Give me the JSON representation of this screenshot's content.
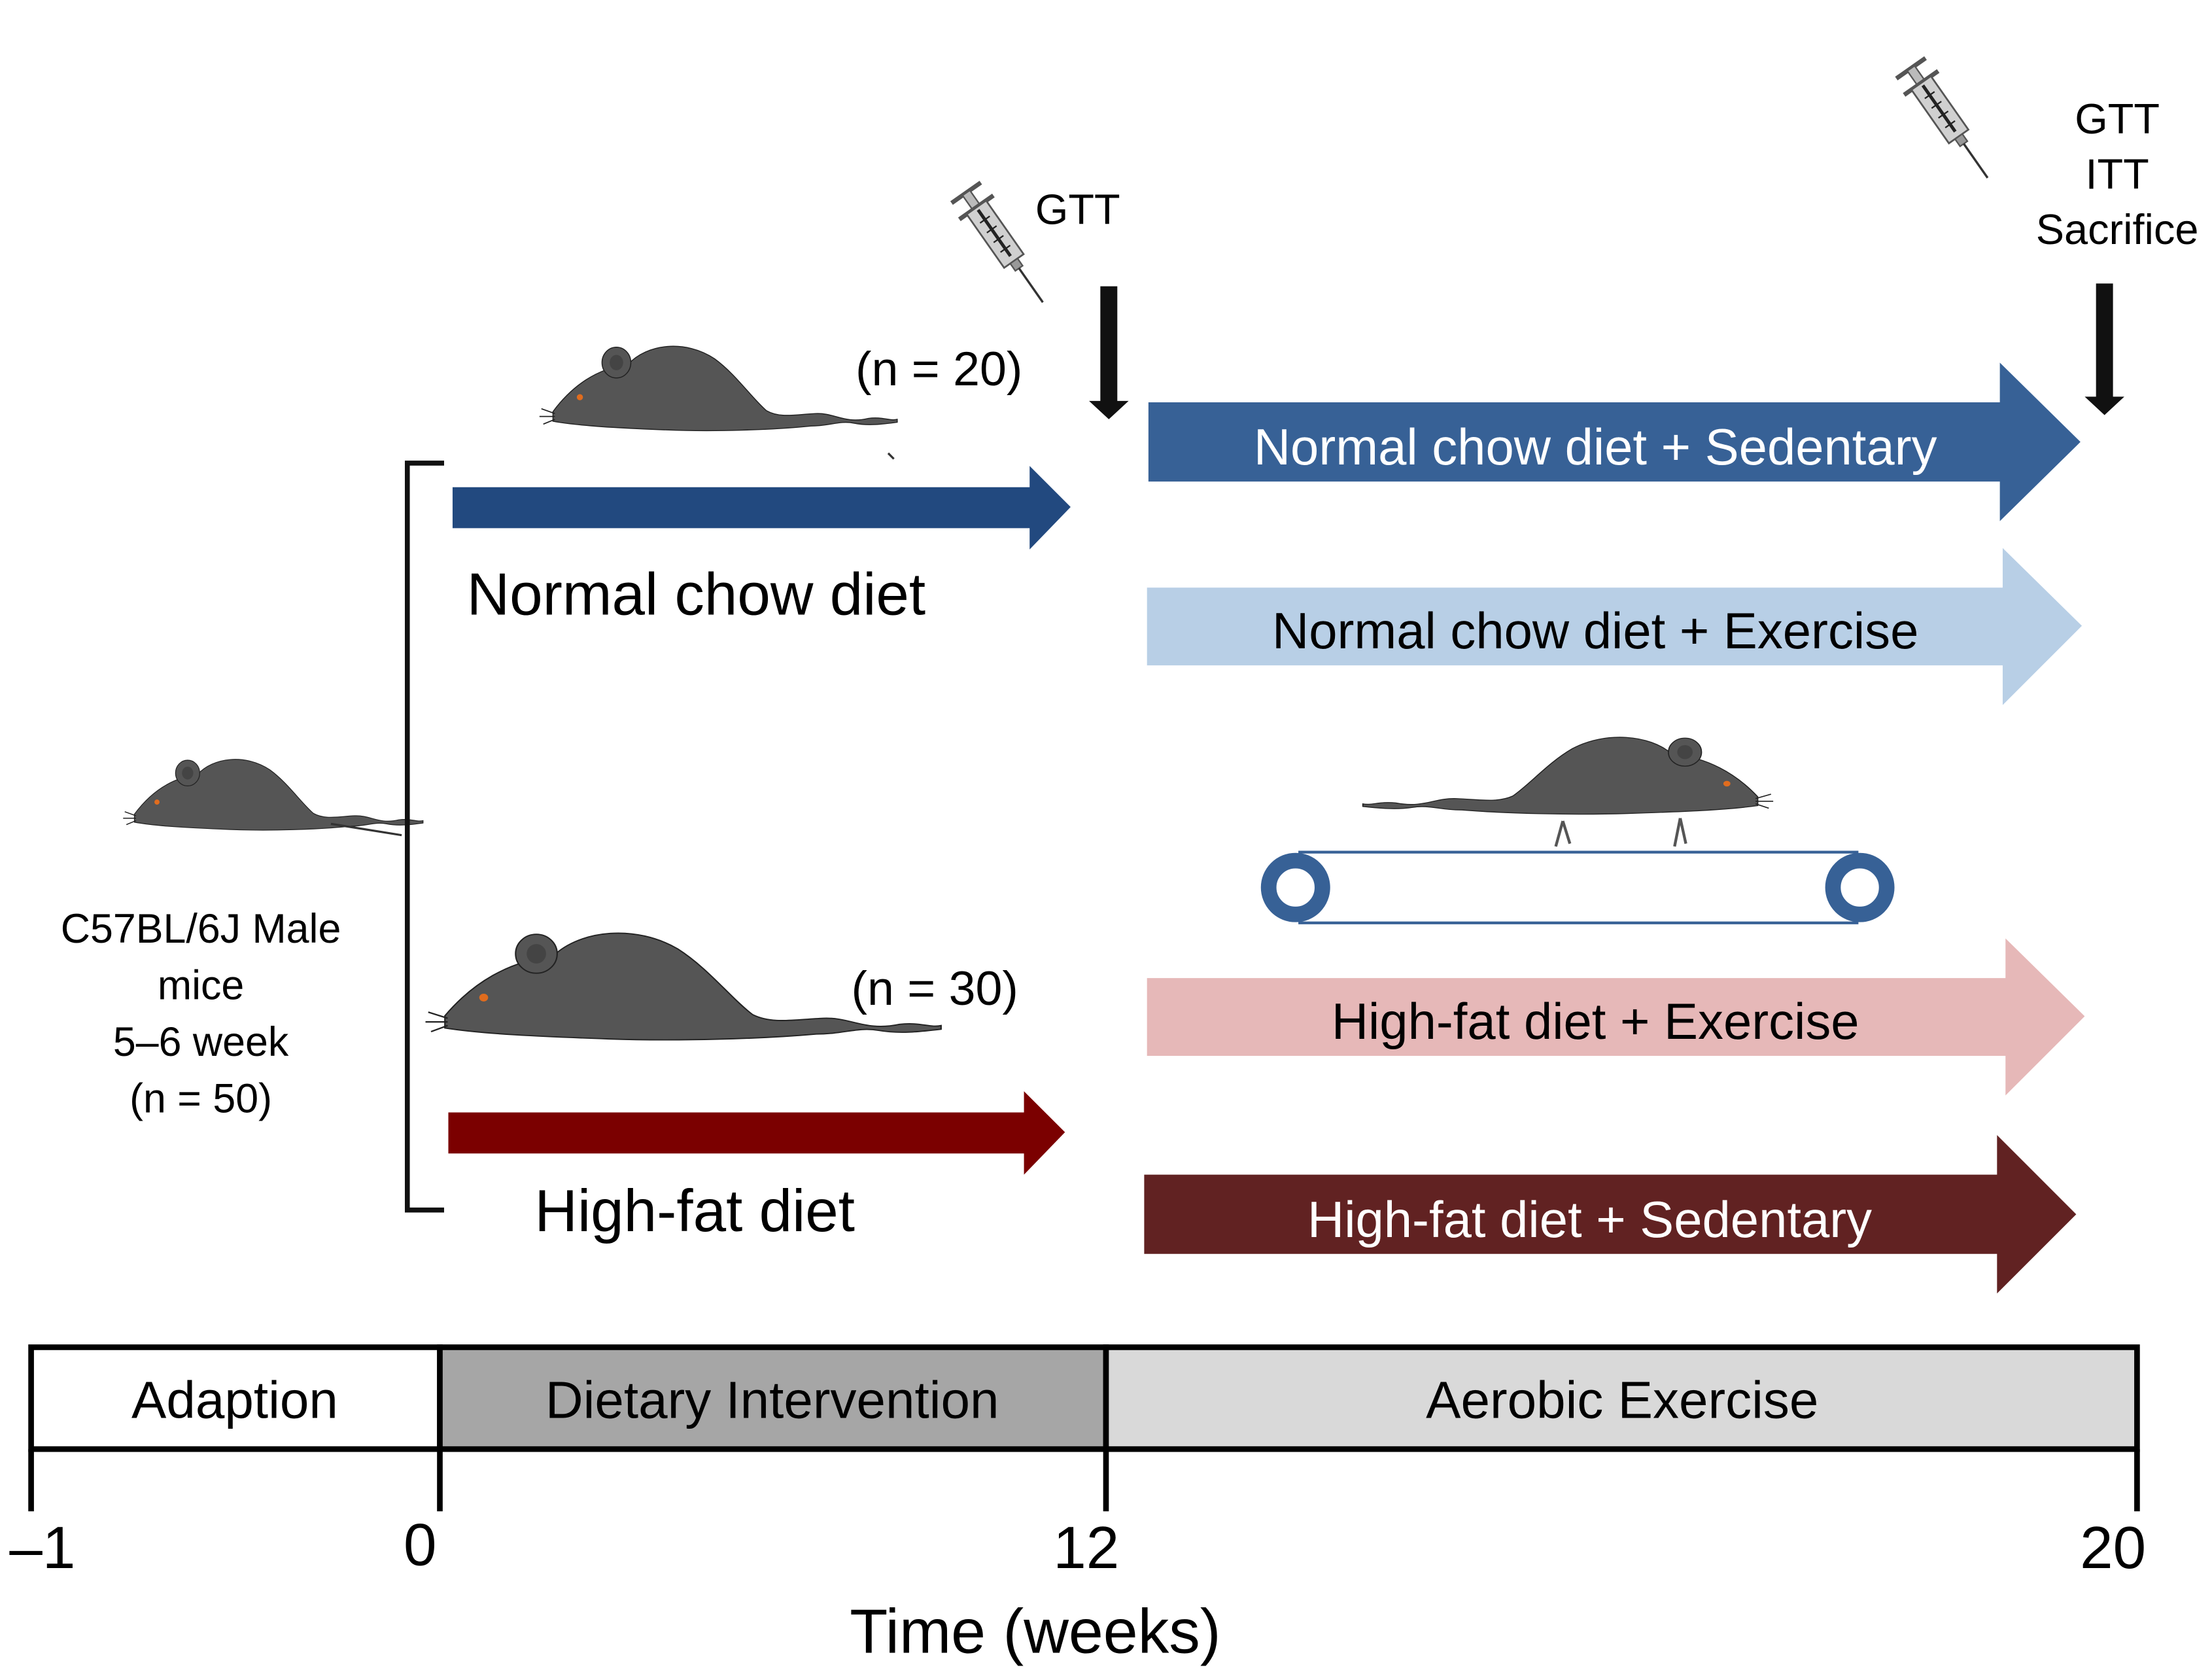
{
  "baseline": {
    "strain": "C57BL/6J Male",
    "species": "mice",
    "age": "5–6 week",
    "n": "(n = 50)"
  },
  "groups": {
    "normal_chow": {
      "label": "Normal chow diet",
      "n": "(n = 20)",
      "color": "#22497F"
    },
    "high_fat": {
      "label": "High-fat diet",
      "n": "(n = 30)",
      "color": "#7B0000"
    }
  },
  "tests": {
    "mid": {
      "line1": "GTT"
    },
    "end": {
      "line1": "GTT",
      "line2": "ITT",
      "line3": "Sacrifice"
    }
  },
  "outcome_arrows": [
    {
      "label": "Normal chow diet + Sedentary",
      "color": "#376196",
      "text_color": "#ffffff"
    },
    {
      "label": "Normal chow diet + Exercise",
      "color": "#B8CFE6",
      "text_color": "#000000"
    },
    {
      "label": "High-fat diet + Exercise",
      "color": "#E6B8B8",
      "text_color": "#000000"
    },
    {
      "label": "High-fat diet + Sedentary",
      "color": "#612222",
      "text_color": "#ffffff"
    }
  ],
  "phases": [
    {
      "label": "Adaption",
      "color": "#ffffff"
    },
    {
      "label": "Dietary Intervention",
      "color": "#A6A6A6"
    },
    {
      "label": "Aerobic Exercise",
      "color": "#D9D9D9"
    }
  ],
  "timeline": {
    "ticks": [
      "–1",
      "0",
      "12",
      "20"
    ],
    "xlabel": "Time (weeks)"
  },
  "colors": {
    "mouse": "#555555",
    "mouse_eye": "#E06C1E",
    "treadmill": "#376196"
  }
}
